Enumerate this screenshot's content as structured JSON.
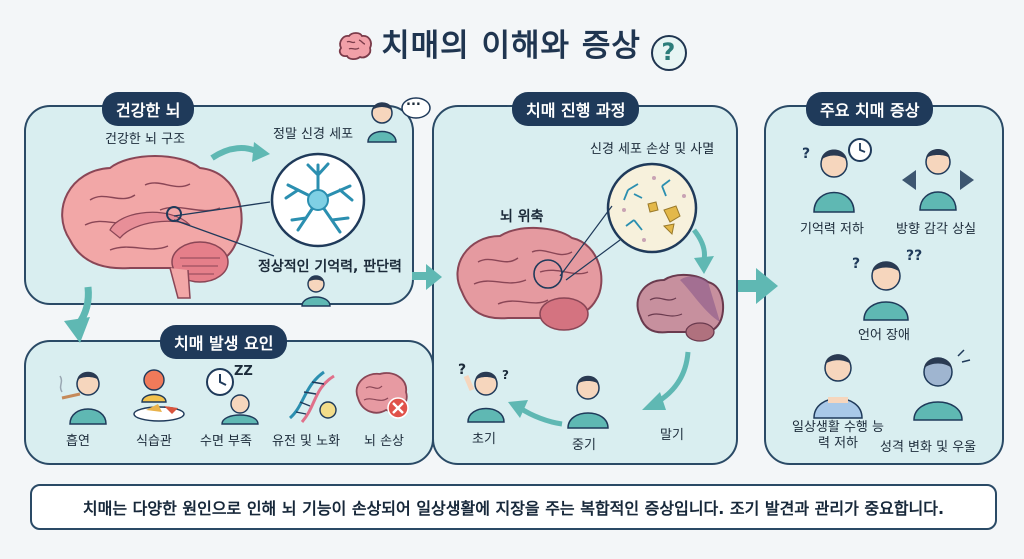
{
  "title": "치매의 이해와 증상",
  "healthy": {
    "header": "건강한 뇌",
    "structure_label": "건강한 뇌 구조",
    "neuron_label": "정말 신경 세포",
    "normal_label": "정상적인 기억력, 판단력",
    "speech_bubble": "..."
  },
  "factors": {
    "header": "치매 발생 요인",
    "items": [
      "흡연",
      "식습관",
      "수면 부족",
      "유전 및 노화",
      "뇌 손상"
    ],
    "sleep_glyph": "ZZ"
  },
  "progress": {
    "header": "치매 진행 과정",
    "cell_damage_label": "신경 세포 손상 및 사멸",
    "atrophy_label": "뇌 위축",
    "stages": [
      "말기",
      "중기",
      "초기"
    ]
  },
  "symptoms": {
    "header": "주요 치매 증상",
    "items": [
      "기억력 저하",
      "방향 감각 상실",
      "언어 장애",
      "일상생활 수행 능력 저하",
      "성격 변화 및 우울"
    ]
  },
  "summary": "치매는 다양한 원인으로 인해 뇌 기능이 손상되어 일상생활에 지장을 주는 복합적인 증상입니다. 조기 발견과 관리가 중요합니다.",
  "colors": {
    "panel_fill": "#d9eef0",
    "panel_border": "#2a4a66",
    "header_pill": "#1f3a5a",
    "arrow": "#5fb8b3",
    "brain_healthy": "#f2a7a7",
    "brain_damaged": "#c7909e"
  }
}
